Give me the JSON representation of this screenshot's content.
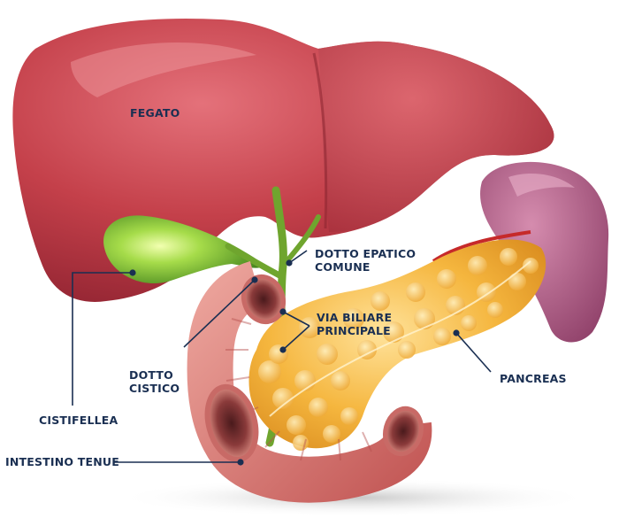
{
  "labels": {
    "fegato": "FEGATO",
    "dotto_epatico_line1": "DOTTO EPATICO",
    "dotto_epatico_line2": "COMUNE",
    "via_biliare_line1": "VIA BILIARE",
    "via_biliare_line2": "PRINCIPALE",
    "pancreas": "PANCREAS",
    "dotto_cistico_line1": "DOTTO",
    "dotto_cistico_line2": "CISTICO",
    "cistifellea": "CISTIFELLEA",
    "intestino_tenue": "INTESTINO TENUE"
  },
  "colors": {
    "label_text": "#1a2f52",
    "leader_line": "#1a2f52",
    "liver": "#c4404a",
    "gallbladder": "#7fc23a",
    "pancreas": "#f2b23c",
    "spleen": "#b45f88",
    "intestine": "#d7776f"
  }
}
